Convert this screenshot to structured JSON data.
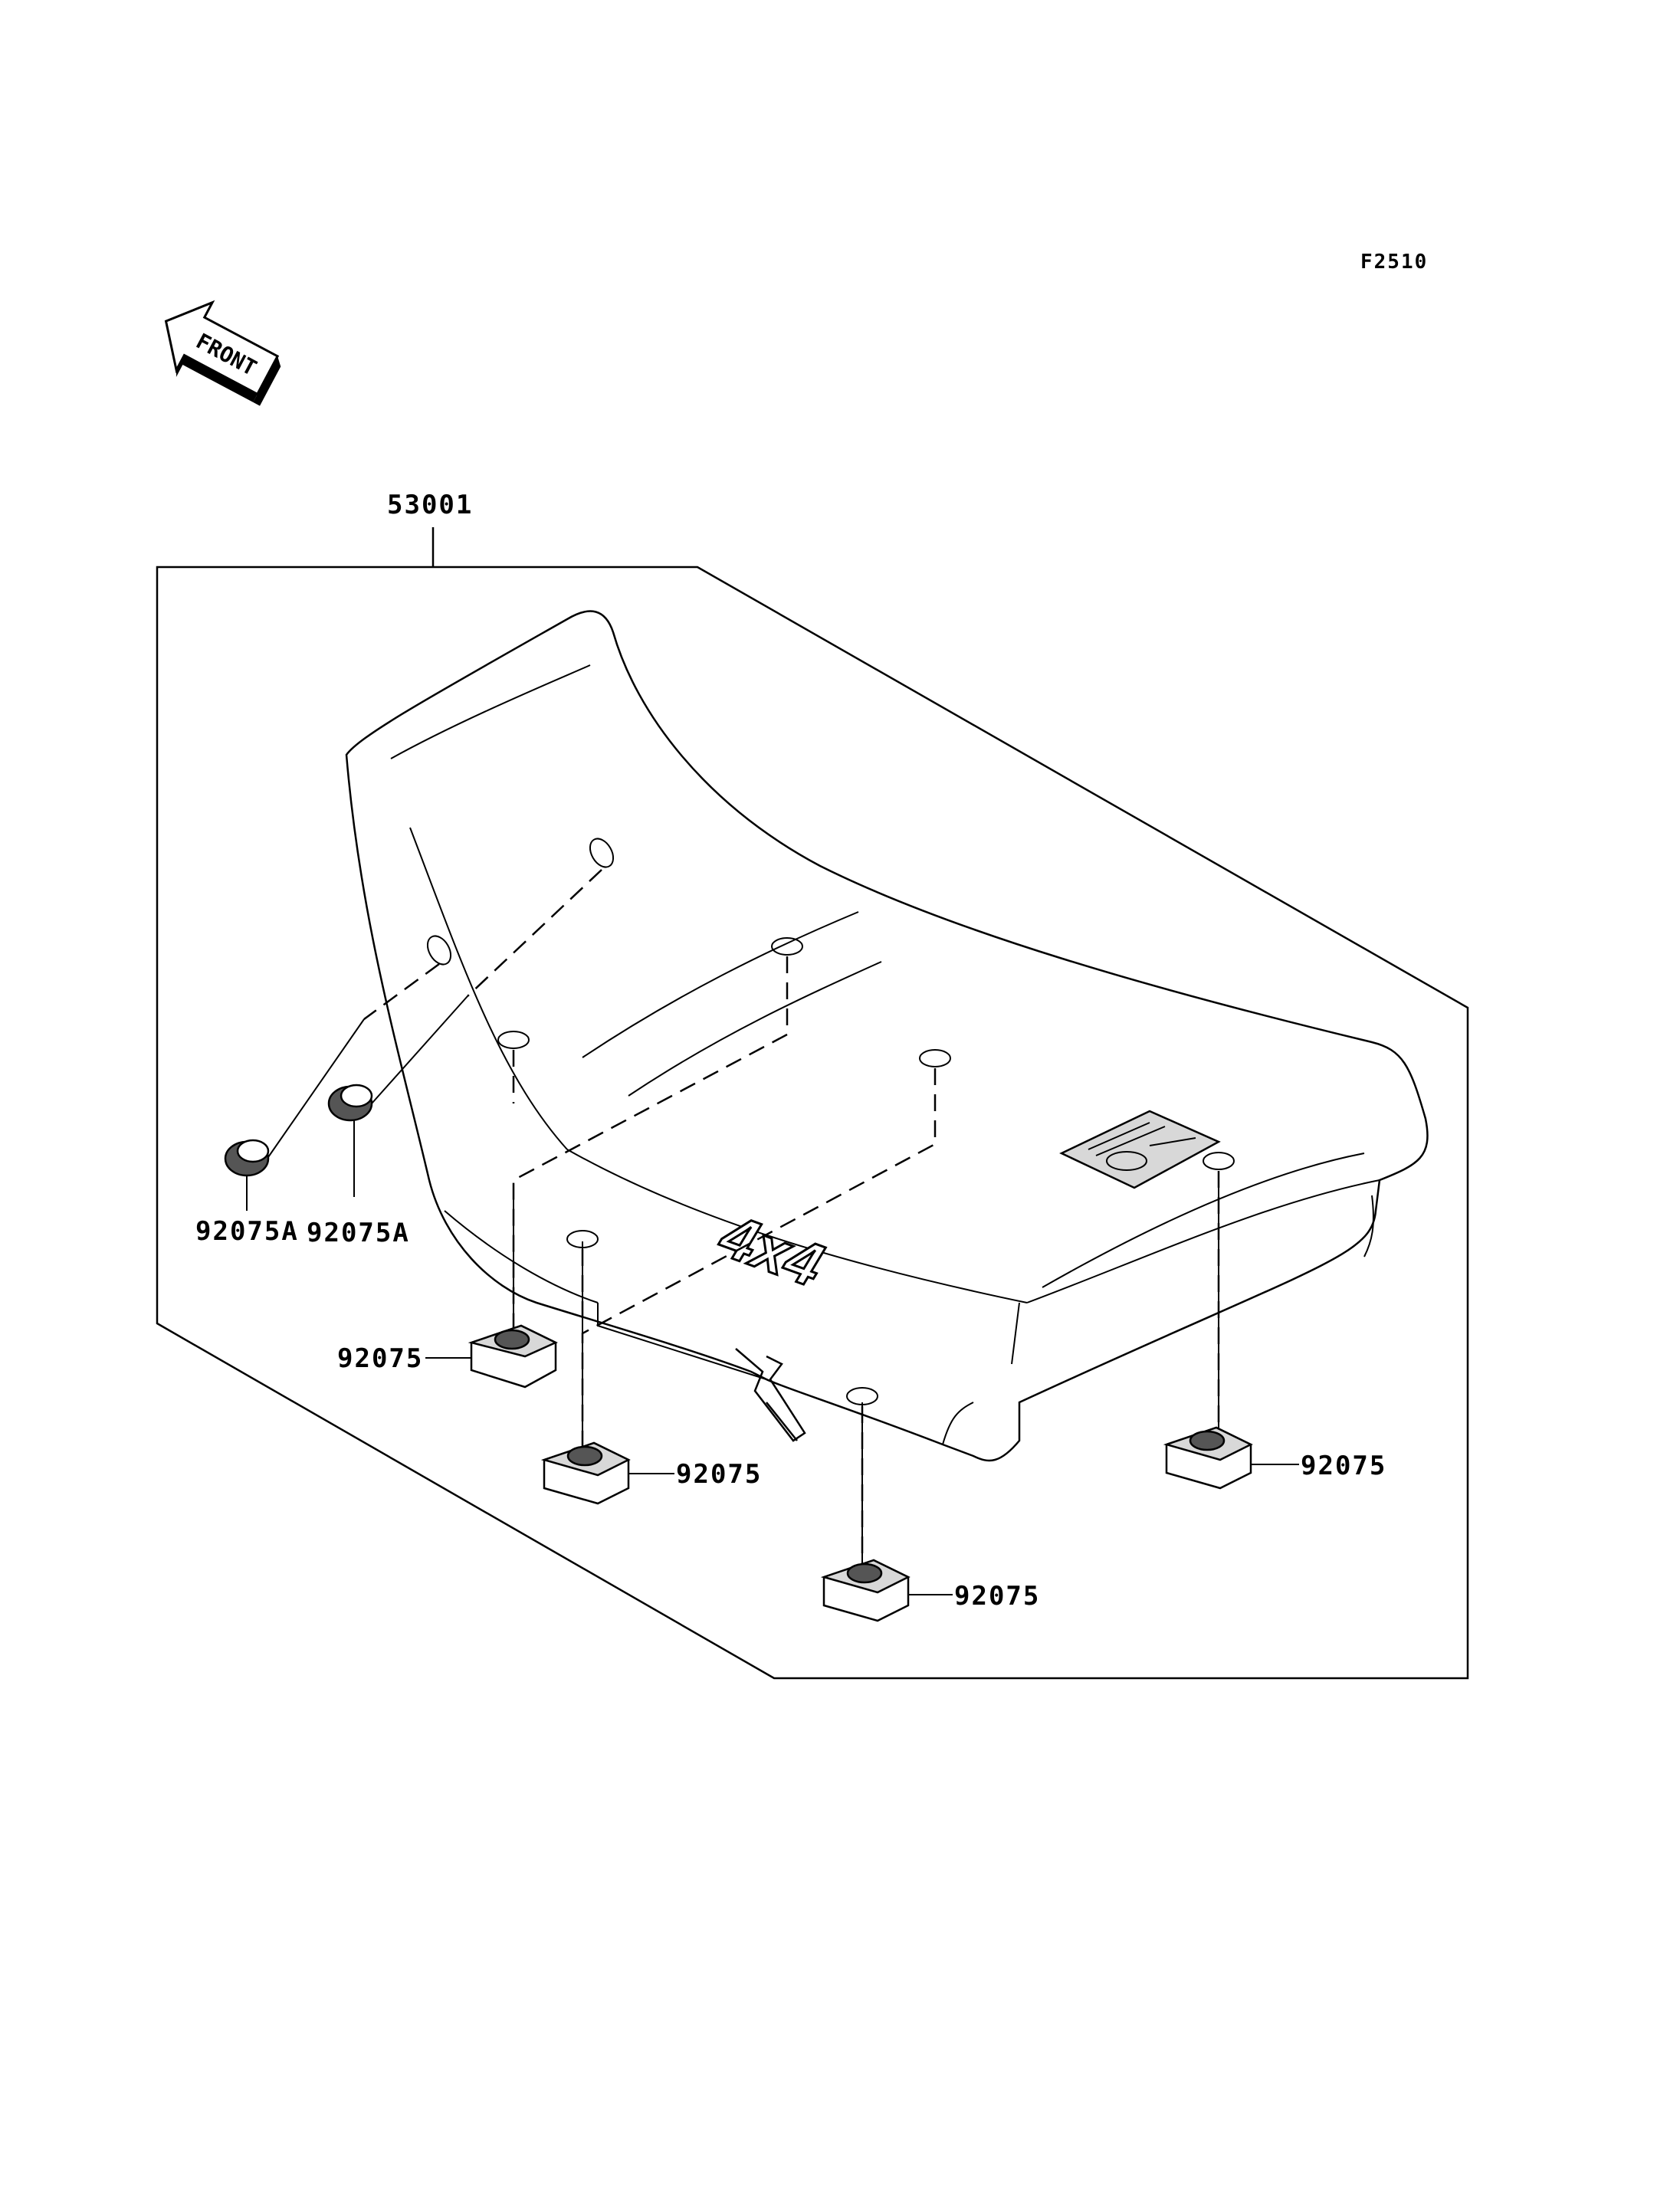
{
  "figure_code": "F2510",
  "front_marker": {
    "label": "FRONT",
    "icon": "front-direction-arrow-icon"
  },
  "callouts": {
    "seat_assembly": "53001",
    "damper_a_left": "92075A",
    "damper_a_right": "92075A",
    "damper_1": "92075",
    "damper_2": "92075",
    "damper_3": "92075",
    "damper_4": "92075"
  },
  "seat_emblem": "4x4"
}
